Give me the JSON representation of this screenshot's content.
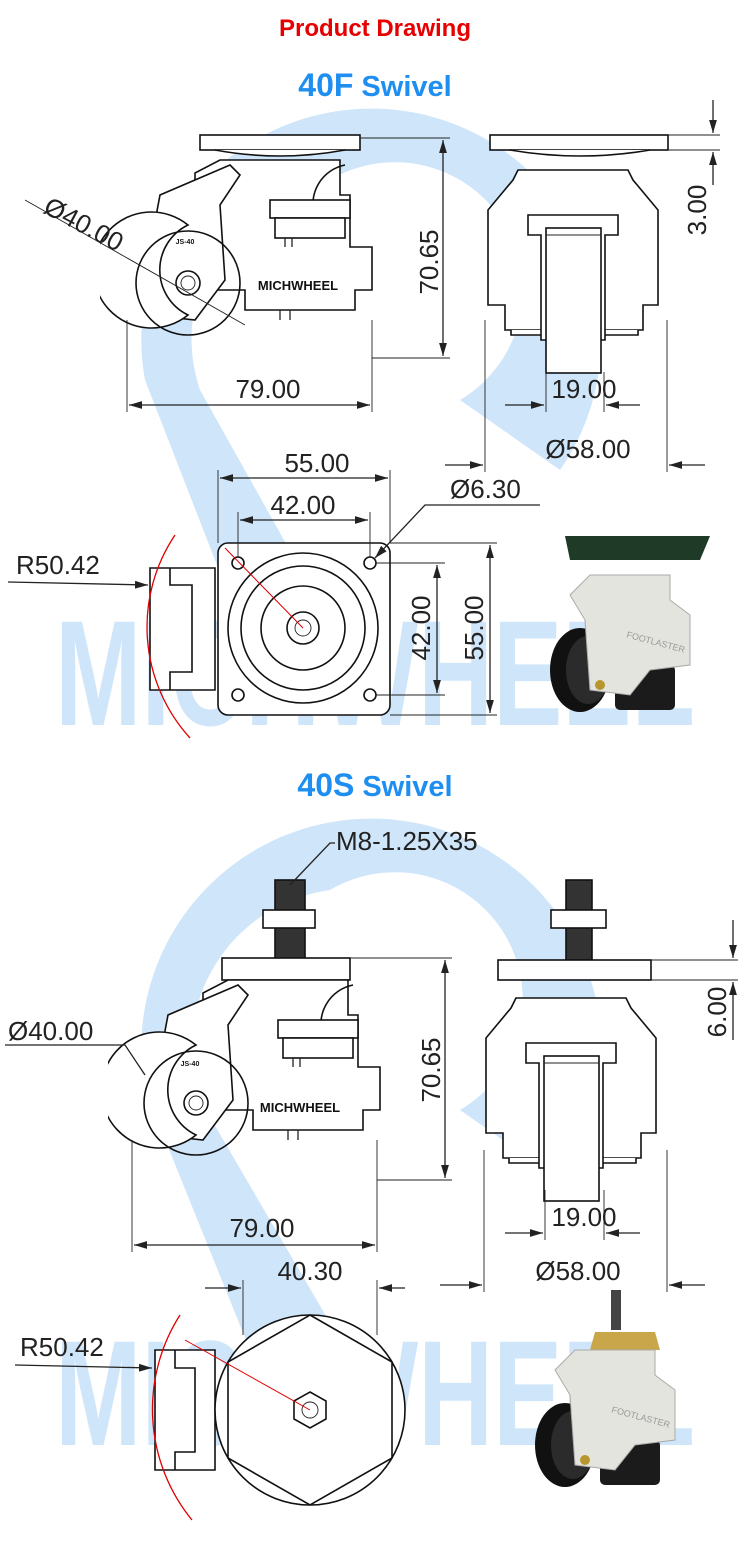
{
  "header": {
    "title": "Product Drawing"
  },
  "section_40f": {
    "title_model": "40F",
    "title_type": "Swivel",
    "side_view": {
      "wheel_diameter": "Ø40.00",
      "height": "70.65",
      "length": "79.00",
      "brand": "MICHWHEEL",
      "mark": "JS-40"
    },
    "front_view": {
      "plate_thickness": "3.00",
      "wheel_width": "19.00",
      "base_diameter": "Ø58.00"
    },
    "top_view": {
      "plate_width": "55.00",
      "hole_spacing": "42.00",
      "hole_diameter": "Ø6.30",
      "swivel_radius": "R50.42",
      "hole_spacing_vertical": "42.00",
      "plate_height": "55.00"
    },
    "photo_label": "FOOTLASTER"
  },
  "section_40s": {
    "title_model": "40S",
    "title_type": "Swivel",
    "thread": "M8-1.25X35",
    "side_view": {
      "wheel_diameter": "Ø40.00",
      "height": "70.65",
      "length": "79.00",
      "brand": "MICHWHEEL",
      "mark": "JS-40"
    },
    "front_view": {
      "nut_thickness": "6.00",
      "wheel_width": "19.00",
      "base_diameter": "Ø58.00"
    },
    "top_view": {
      "hex_width": "40.30",
      "swivel_radius": "R50.42"
    },
    "photo_label": "FOOTLASTER"
  },
  "watermark": {
    "text": "MICHWHEEL"
  },
  "colors": {
    "title_red": "#e60000",
    "title_blue": "#1f8ef1",
    "watermark": "#cfe5fa",
    "radius_line": "#e00000"
  }
}
